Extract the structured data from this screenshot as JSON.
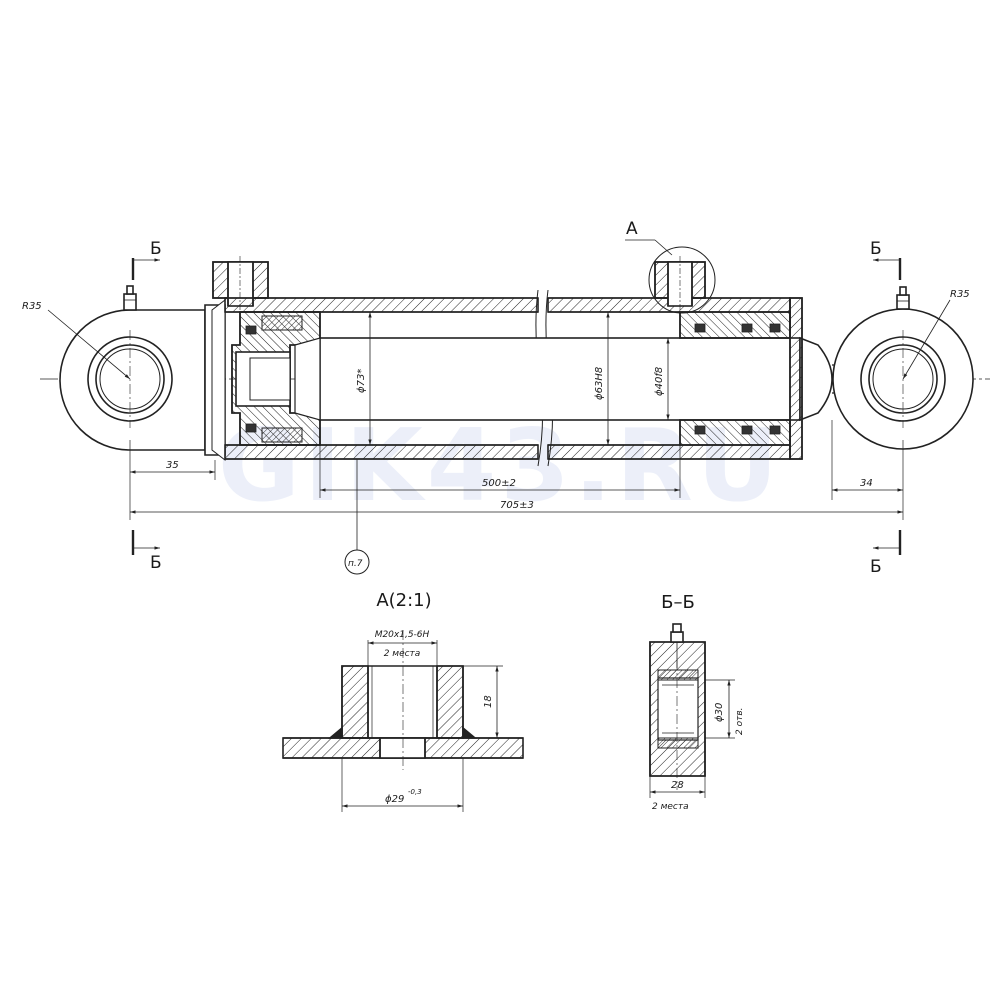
{
  "watermark": "GIK43.RU",
  "section_marks": {
    "b": "Б"
  },
  "main_view": {
    "radius_left": "R35",
    "radius_right": "R35",
    "dia_piston": "ϕ73*",
    "dia_bore": "ϕ63H8",
    "dia_rod": "ϕ40f8",
    "dim_35": "35",
    "dim_34": "34",
    "dim_stroke": "500±2",
    "dim_total": "705±3",
    "detail_mark": "А",
    "item_balloon": "п.7"
  },
  "detail_a": {
    "title": "А(2:1)",
    "thread": "M20x1,5-6H",
    "count": "2 места",
    "height": "18",
    "dia": "ϕ29",
    "tol": "-0,3"
  },
  "section_bb": {
    "title": "Б–Б",
    "dia": "ϕ30",
    "holes": "2 отв.",
    "width": "28",
    "count": "2 места"
  }
}
